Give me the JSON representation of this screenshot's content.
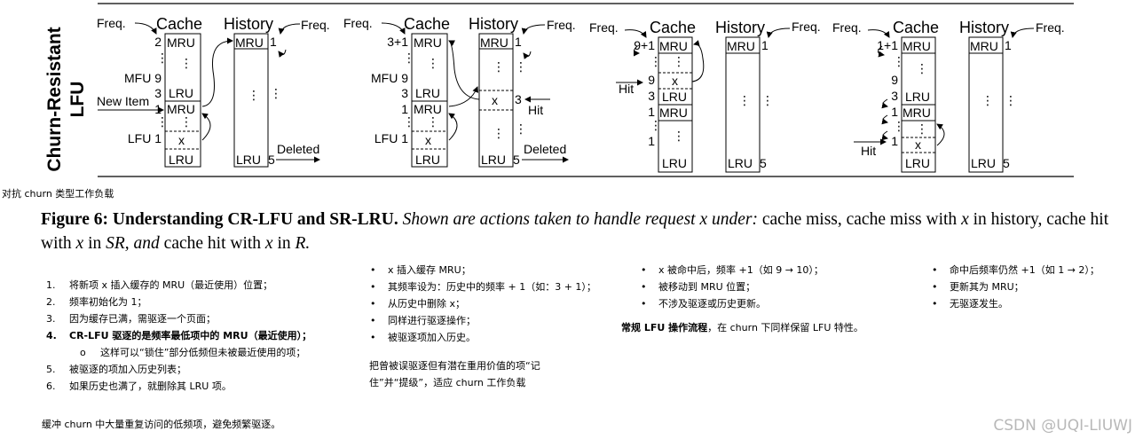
{
  "figure": {
    "side_title": [
      "Churn-Resistant",
      "LFU"
    ],
    "panels": [
      {
        "freq_top": "Freq.",
        "cache": "Cache",
        "history": "History",
        "freq_hist": "Freq.",
        "cache_freqs": [
          "2",
          "MFU 9",
          "3",
          "1",
          "LFU 1"
        ],
        "new_item": "New Item",
        "blocks": [
          "MRU",
          "LRU",
          "MRU",
          "x",
          "LRU"
        ],
        "hist_blocks": [
          "MRU",
          "LRU"
        ],
        "hist_freqs": [
          "1",
          "5"
        ],
        "deleted": "Deleted"
      },
      {
        "freq_top": "Freq.",
        "cache": "Cache",
        "history": "History",
        "freq_hist": "Freq.",
        "cache_freqs": [
          "3+1",
          "MFU 9",
          "3",
          "1",
          "LFU 1"
        ],
        "blocks": [
          "MRU",
          "LRU",
          "MRU",
          "x",
          "LRU"
        ],
        "hist_blocks": [
          "MRU",
          "x",
          "LRU"
        ],
        "hist_freqs": [
          "1",
          "3",
          "5"
        ],
        "hit": "Hit",
        "deleted": "Deleted"
      },
      {
        "freq_top": "Freq.",
        "cache": "Cache",
        "history": "History",
        "freq_hist": "Freq.",
        "cache_freqs": [
          "9+1",
          "9",
          "3",
          "1",
          "1"
        ],
        "hit": "Hit",
        "blocks": [
          "MRU",
          "x",
          "LRU",
          "MRU",
          "LRU"
        ],
        "hist_blocks": [
          "MRU",
          "LRU"
        ],
        "hist_freqs": [
          "1",
          "5"
        ]
      },
      {
        "freq_top": "Freq.",
        "cache": "Cache",
        "history": "History",
        "freq_hist": "Freq.",
        "cache_freqs": [
          "1+1",
          "9",
          "3",
          "1",
          "1"
        ],
        "hit": "Hit",
        "blocks": [
          "MRU",
          "LRU",
          "MRU",
          "x",
          "LRU"
        ],
        "hist_blocks": [
          "MRU",
          "LRU"
        ],
        "hist_freqs": [
          "1",
          "5"
        ]
      }
    ]
  },
  "cn_label": "对抗 churn 类型工作负载",
  "caption": {
    "label": "Figure 6:",
    "bold_title": "Understanding CR-LFU and SR-LRU.",
    "t1": "Shown are actions taken to handle request x under:",
    "t2": "cache miss,",
    "t3": "cache miss with",
    "t4": "x",
    "t5": "in",
    "t6": "history,",
    "t7": "cache hit with",
    "t8": "x",
    "t9": "in",
    "t10": "SR,",
    "t11": "and",
    "t12": "cache hit with",
    "t13": "x",
    "t14": "in",
    "t15": "R."
  },
  "notes": {
    "col1": [
      "将新项 x 插入缓存的 MRU（最近使用）位置；",
      "频率初始化为 1；",
      "因为缓存已满，需驱逐一个页面；",
      "CR-LFU 驱逐的是频率最低项中的 MRU（最近使用）；",
      "这样可以“锁住”部分低频但未被最近使用的项；",
      "被驱逐的项加入历史列表；",
      "如果历史也满了，就删除其 LRU 项。"
    ],
    "col1_nums": [
      "1.",
      "2.",
      "3.",
      "4.",
      "o",
      "5.",
      "6."
    ],
    "col1_footer": "缓冲 churn 中大量重复访问的低频项，避免频繁驱逐。",
    "col2": [
      "x 插入缓存 MRU；",
      "其频率设为：历史中的频率 + 1（如：3 + 1）；",
      "从历史中删除 x；",
      "同样进行驱逐操作；",
      "被驱逐项加入历史。"
    ],
    "col2_footer": [
      "把曾被误驱逐但有潜在重用价值的项“记",
      "住”并“提级”，适应 churn 工作负载"
    ],
    "col3": [
      "x 被命中后，频率 +1（如 9 → 10）；",
      "被移动到 MRU 位置；",
      "不涉及驱逐或历史更新。"
    ],
    "col3_footer_bold": "常规 LFU 操作流程",
    "col3_footer_rest": "，在 churn 下同样保留 LFU 特性。",
    "col4": [
      "命中后频率仍然 +1（如 1 → 2）；",
      "更新其为 MRU；",
      "无驱逐发生。"
    ]
  },
  "watermark": "CSDN @UQI-LIUWJ"
}
